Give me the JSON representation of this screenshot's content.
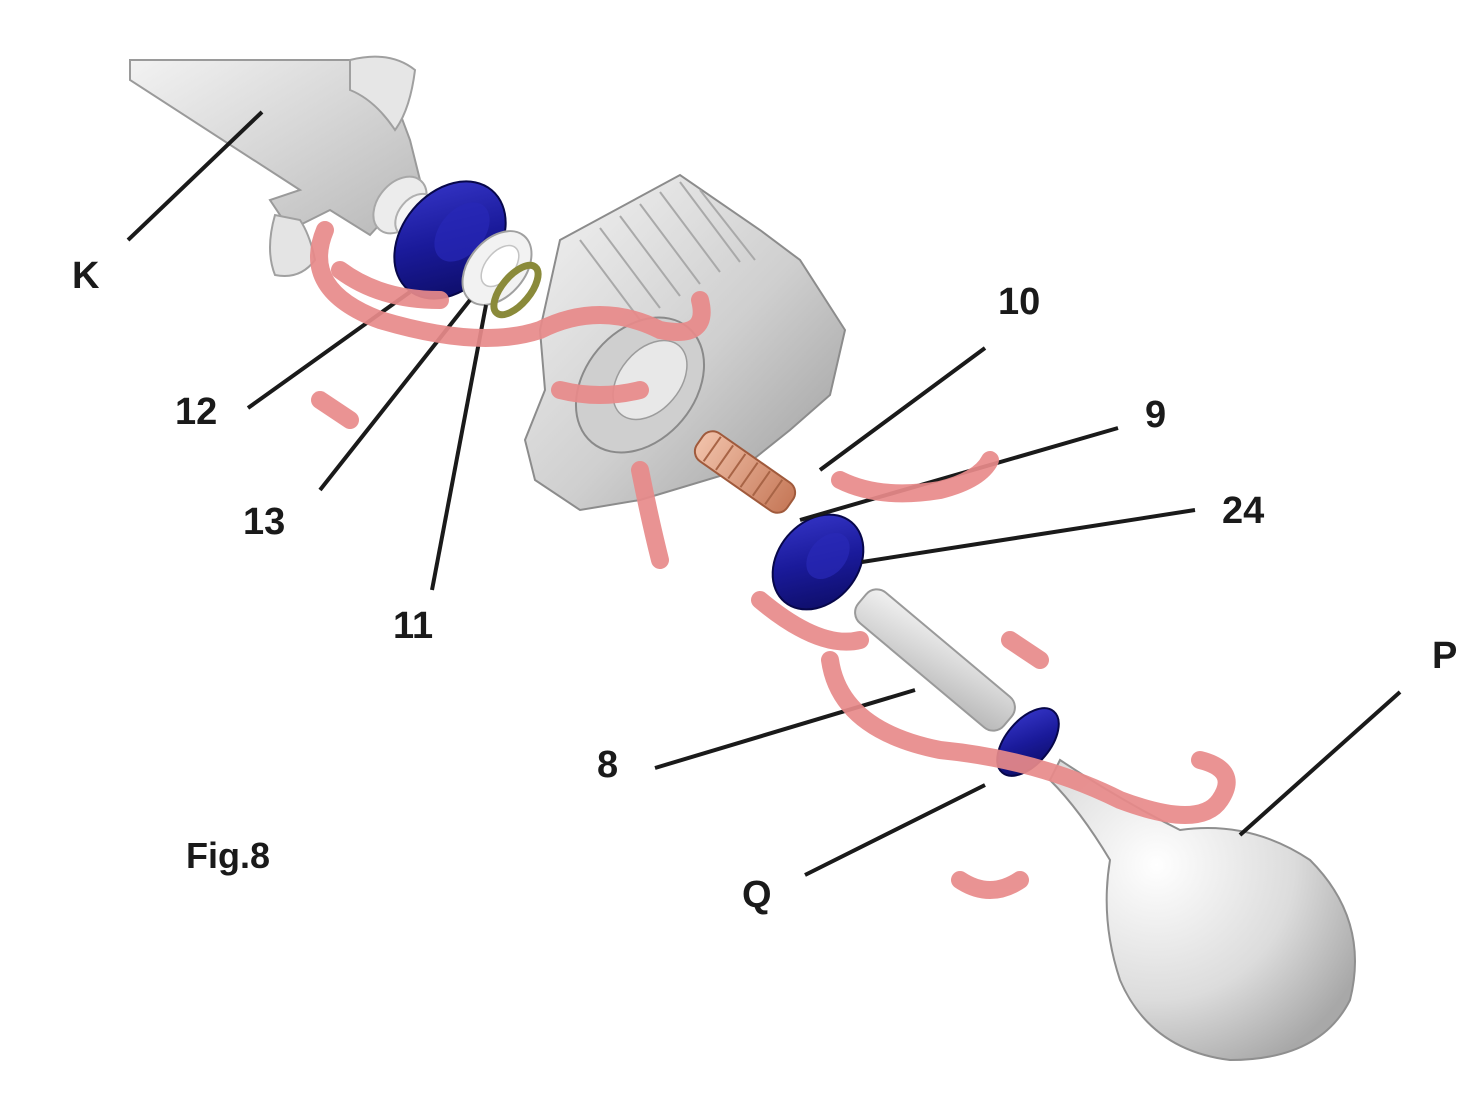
{
  "figure": {
    "caption": "Fig.8",
    "labels": {
      "K": "K",
      "n12": "12",
      "n13": "13",
      "n11": "11",
      "n10": "10",
      "n9": "9",
      "n24": "24",
      "n8": "8",
      "P": "P",
      "Q": "Q"
    }
  },
  "colors": {
    "seal_blue": "#1a1a9a",
    "watermark_pink": "#e88a8a",
    "part_gray": "#d4d4d4",
    "spring_copper": "#d9957a",
    "o_ring_olive": "#8a8a3a"
  },
  "watermark": {
    "kind": "arabic-calligraphy-logo"
  }
}
